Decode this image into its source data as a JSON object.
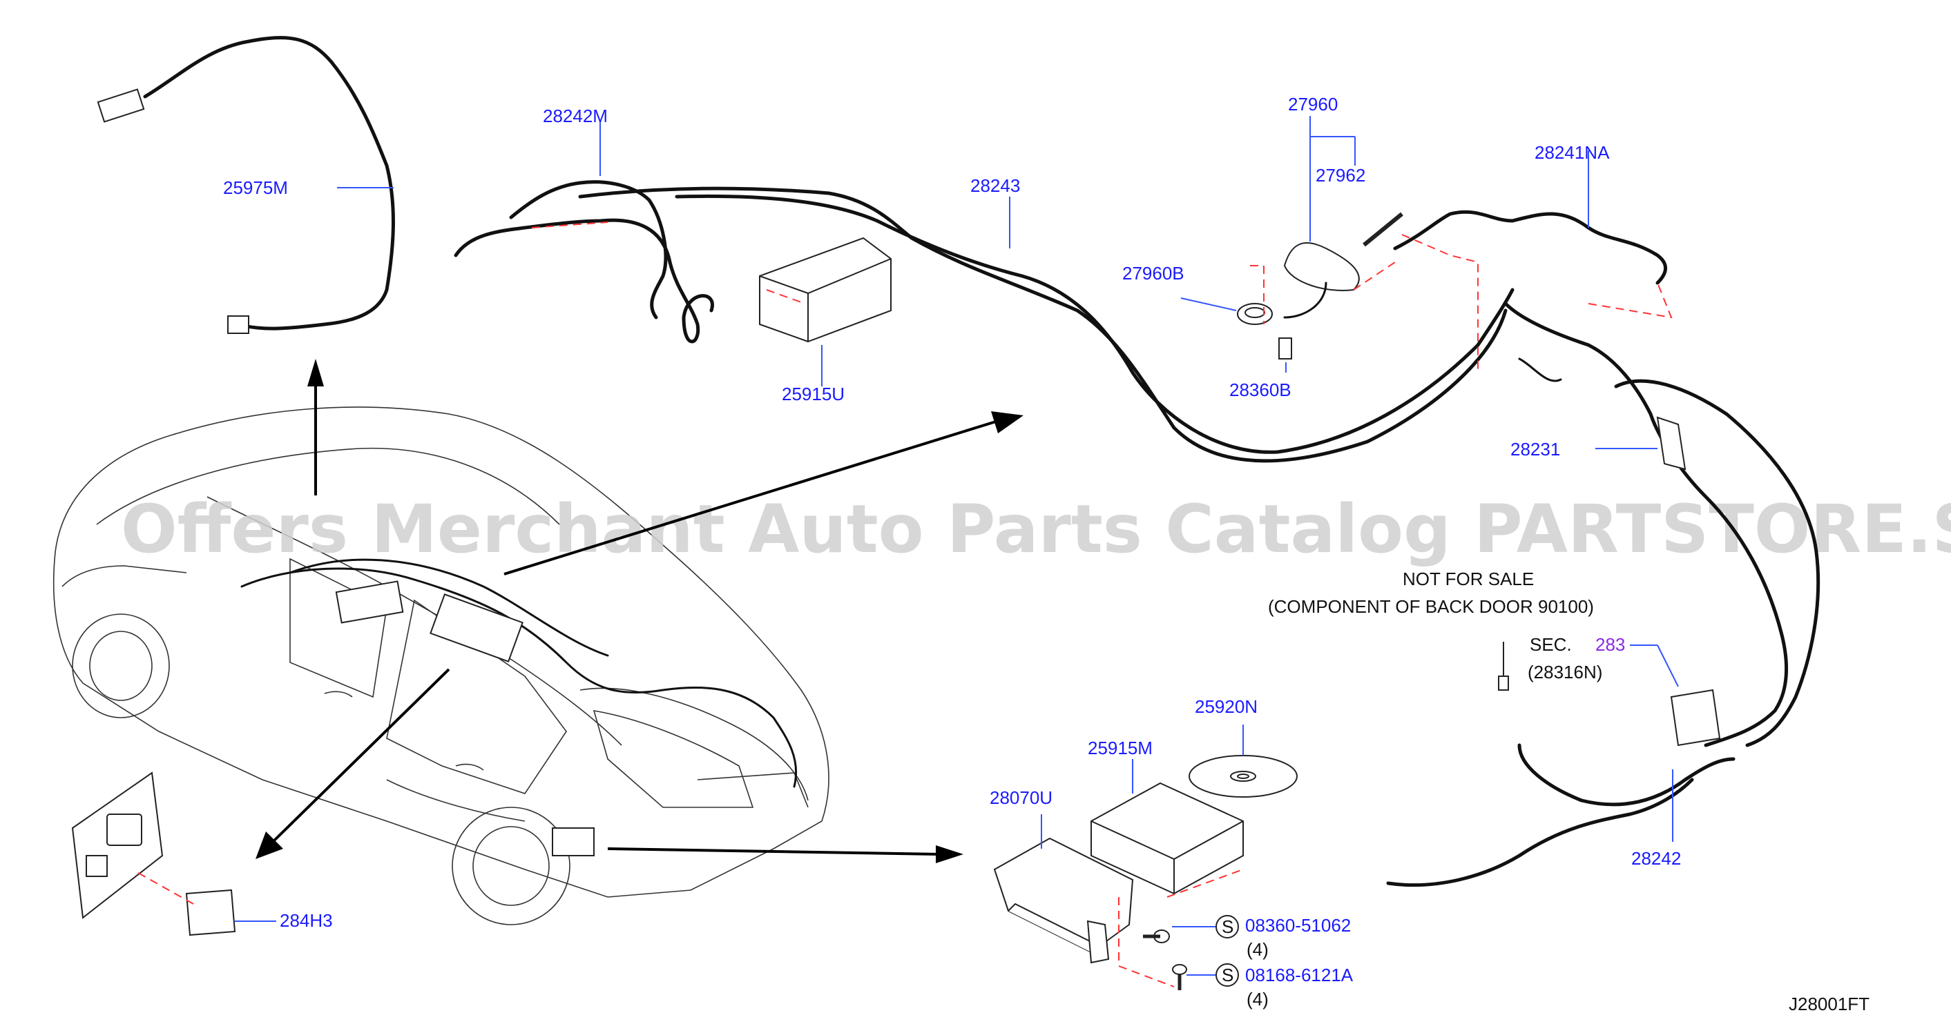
{
  "watermark": "Offers Merchant Auto Parts Catalog PARTSTORE.SA",
  "parts": {
    "p25975M": "25975M",
    "p28242M": "28242M",
    "p28243": "28243",
    "p27960": "27960",
    "p27962": "27962",
    "p27960B": "27960B",
    "p28360B": "28360B",
    "p28241NA": "28241NA",
    "p25915U": "25915U",
    "p28231": "28231",
    "p25920N": "25920N",
    "p25915M": "25915M",
    "p28070U": "28070U",
    "p284H3": "284H3",
    "p28242": "28242",
    "p08360": "08360-51062",
    "p08168": "08168-6121A"
  },
  "notes": {
    "not_for_sale_1": "NOT FOR SALE",
    "not_for_sale_2": "(COMPONENT OF BACK DOOR 90100)",
    "sec_prefix": "SEC.",
    "sec_number": "283",
    "sec_ref": "(28316N)",
    "qty_a": "(4)",
    "qty_b": "(4)",
    "s_mark_a": "S",
    "s_mark_b": "S"
  },
  "diagram_code": "J28001FT",
  "colors": {
    "label_blue": "#1a1aff",
    "leader_blue": "#3355ff",
    "dash_red": "#ff3333",
    "section_purple": "#8a2be2"
  }
}
